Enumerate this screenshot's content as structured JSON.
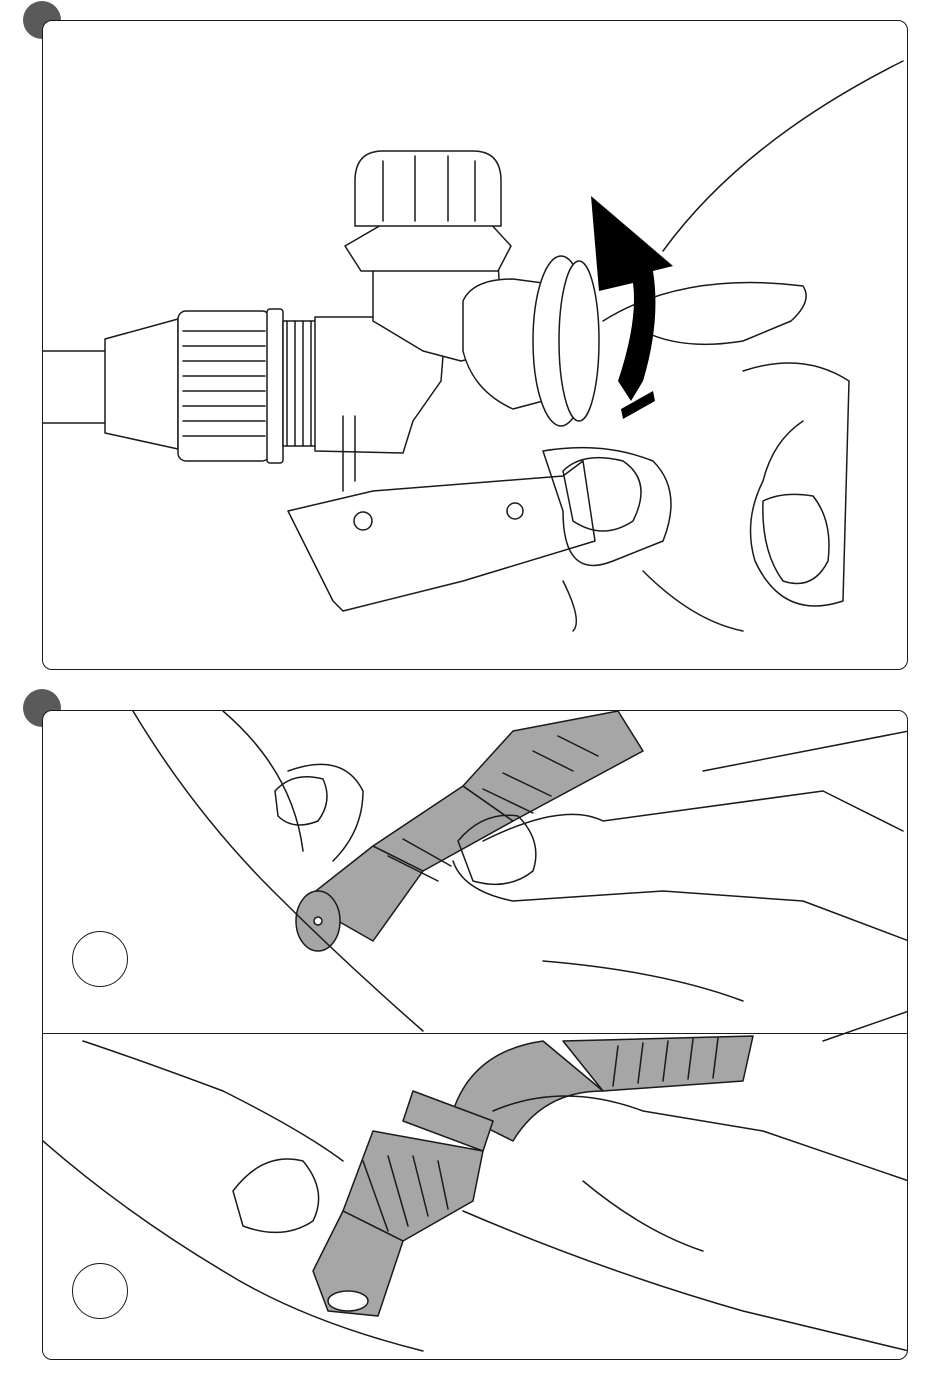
{
  "steps": [
    {
      "id": "step-1",
      "badge": ""
    },
    {
      "id": "step-2",
      "badge": ""
    }
  ],
  "options": [
    {
      "id": "option-a",
      "label": ""
    },
    {
      "id": "option-b",
      "label": ""
    }
  ],
  "colors": {
    "line": "#1a1a1a",
    "badge": "#5a5a5a",
    "part_gray": "#a6a6a6",
    "arrow": "#000000"
  }
}
